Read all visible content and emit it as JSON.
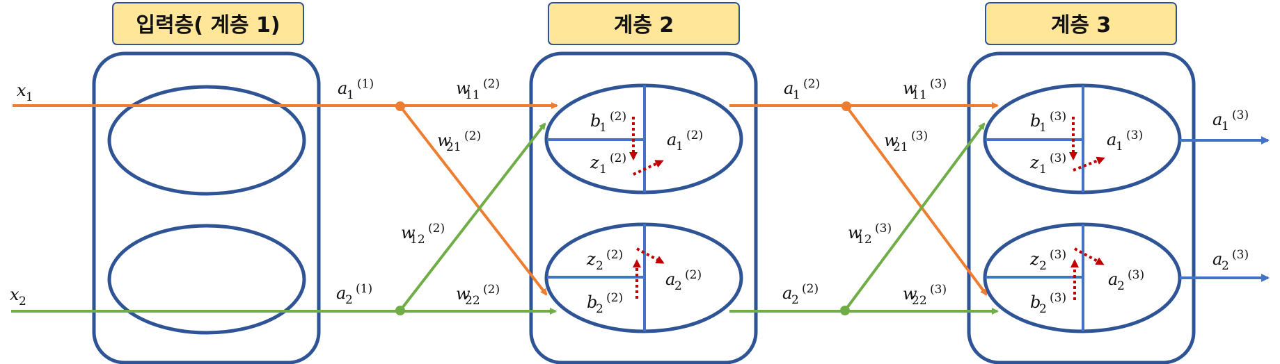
{
  "headers": {
    "layer1": "입력층( 계층 1)",
    "layer2": "계층 2",
    "layer3": "계층 3"
  },
  "inputs": {
    "x1": {
      "base": "x",
      "sub": "1"
    },
    "x2": {
      "base": "x",
      "sub": "2"
    }
  },
  "activations_layer1": {
    "a1": {
      "base": "a",
      "sub": "1",
      "sup": "(1)"
    },
    "a2": {
      "base": "a",
      "sub": "2",
      "sup": "(1)"
    }
  },
  "weights_layer2": {
    "w11": {
      "base": "w",
      "sub": "11",
      "sup": "(2)"
    },
    "w21": {
      "base": "w",
      "sub": "21",
      "sup": "(2)"
    },
    "w12": {
      "base": "w",
      "sub": "12",
      "sup": "(2)"
    },
    "w22": {
      "base": "w",
      "sub": "22",
      "sup": "(2)"
    }
  },
  "neurons_layer2": {
    "top": {
      "b": {
        "base": "b",
        "sub": "1",
        "sup": "(2)"
      },
      "z": {
        "base": "z",
        "sub": "1",
        "sup": "(2)"
      },
      "a": {
        "base": "a",
        "sub": "1",
        "sup": "(2)"
      }
    },
    "bottom": {
      "z": {
        "base": "z",
        "sub": "2",
        "sup": "(2)"
      },
      "b": {
        "base": "b",
        "sub": "2",
        "sup": "(2)"
      },
      "a": {
        "base": "a",
        "sub": "2",
        "sup": "(2)"
      }
    }
  },
  "activations_layer2": {
    "a1": {
      "base": "a",
      "sub": "1",
      "sup": "(2)"
    },
    "a2": {
      "base": "a",
      "sub": "2",
      "sup": "(2)"
    }
  },
  "weights_layer3": {
    "w11": {
      "base": "w",
      "sub": "11",
      "sup": "(3)"
    },
    "w21": {
      "base": "w",
      "sub": "21",
      "sup": "(3)"
    },
    "w12": {
      "base": "w",
      "sub": "12",
      "sup": "(3)"
    },
    "w22": {
      "base": "w",
      "sub": "22",
      "sup": "(3)"
    }
  },
  "neurons_layer3": {
    "top": {
      "b": {
        "base": "b",
        "sub": "1",
        "sup": "(3)"
      },
      "z": {
        "base": "z",
        "sub": "1",
        "sup": "(3)"
      },
      "a": {
        "base": "a",
        "sub": "1",
        "sup": "(3)"
      }
    },
    "bottom": {
      "z": {
        "base": "z",
        "sub": "2",
        "sup": "(3)"
      },
      "b": {
        "base": "b",
        "sub": "2",
        "sup": "(3)"
      },
      "a": {
        "base": "a",
        "sub": "2",
        "sup": "(3)"
      }
    }
  },
  "outputs": {
    "a1": {
      "base": "a",
      "sub": "1",
      "sup": "(3)"
    },
    "a2": {
      "base": "a",
      "sub": "2",
      "sup": "(3)"
    }
  },
  "colors": {
    "box_stroke": "#2f5496",
    "neuron_divider": "#4472c4",
    "header_fill": "#ffe699",
    "header_stroke": "#2f5496",
    "orange": "#ed7d31",
    "green": "#70ad47",
    "blue_output": "#4472c4",
    "dotted_red": "#c00000"
  }
}
